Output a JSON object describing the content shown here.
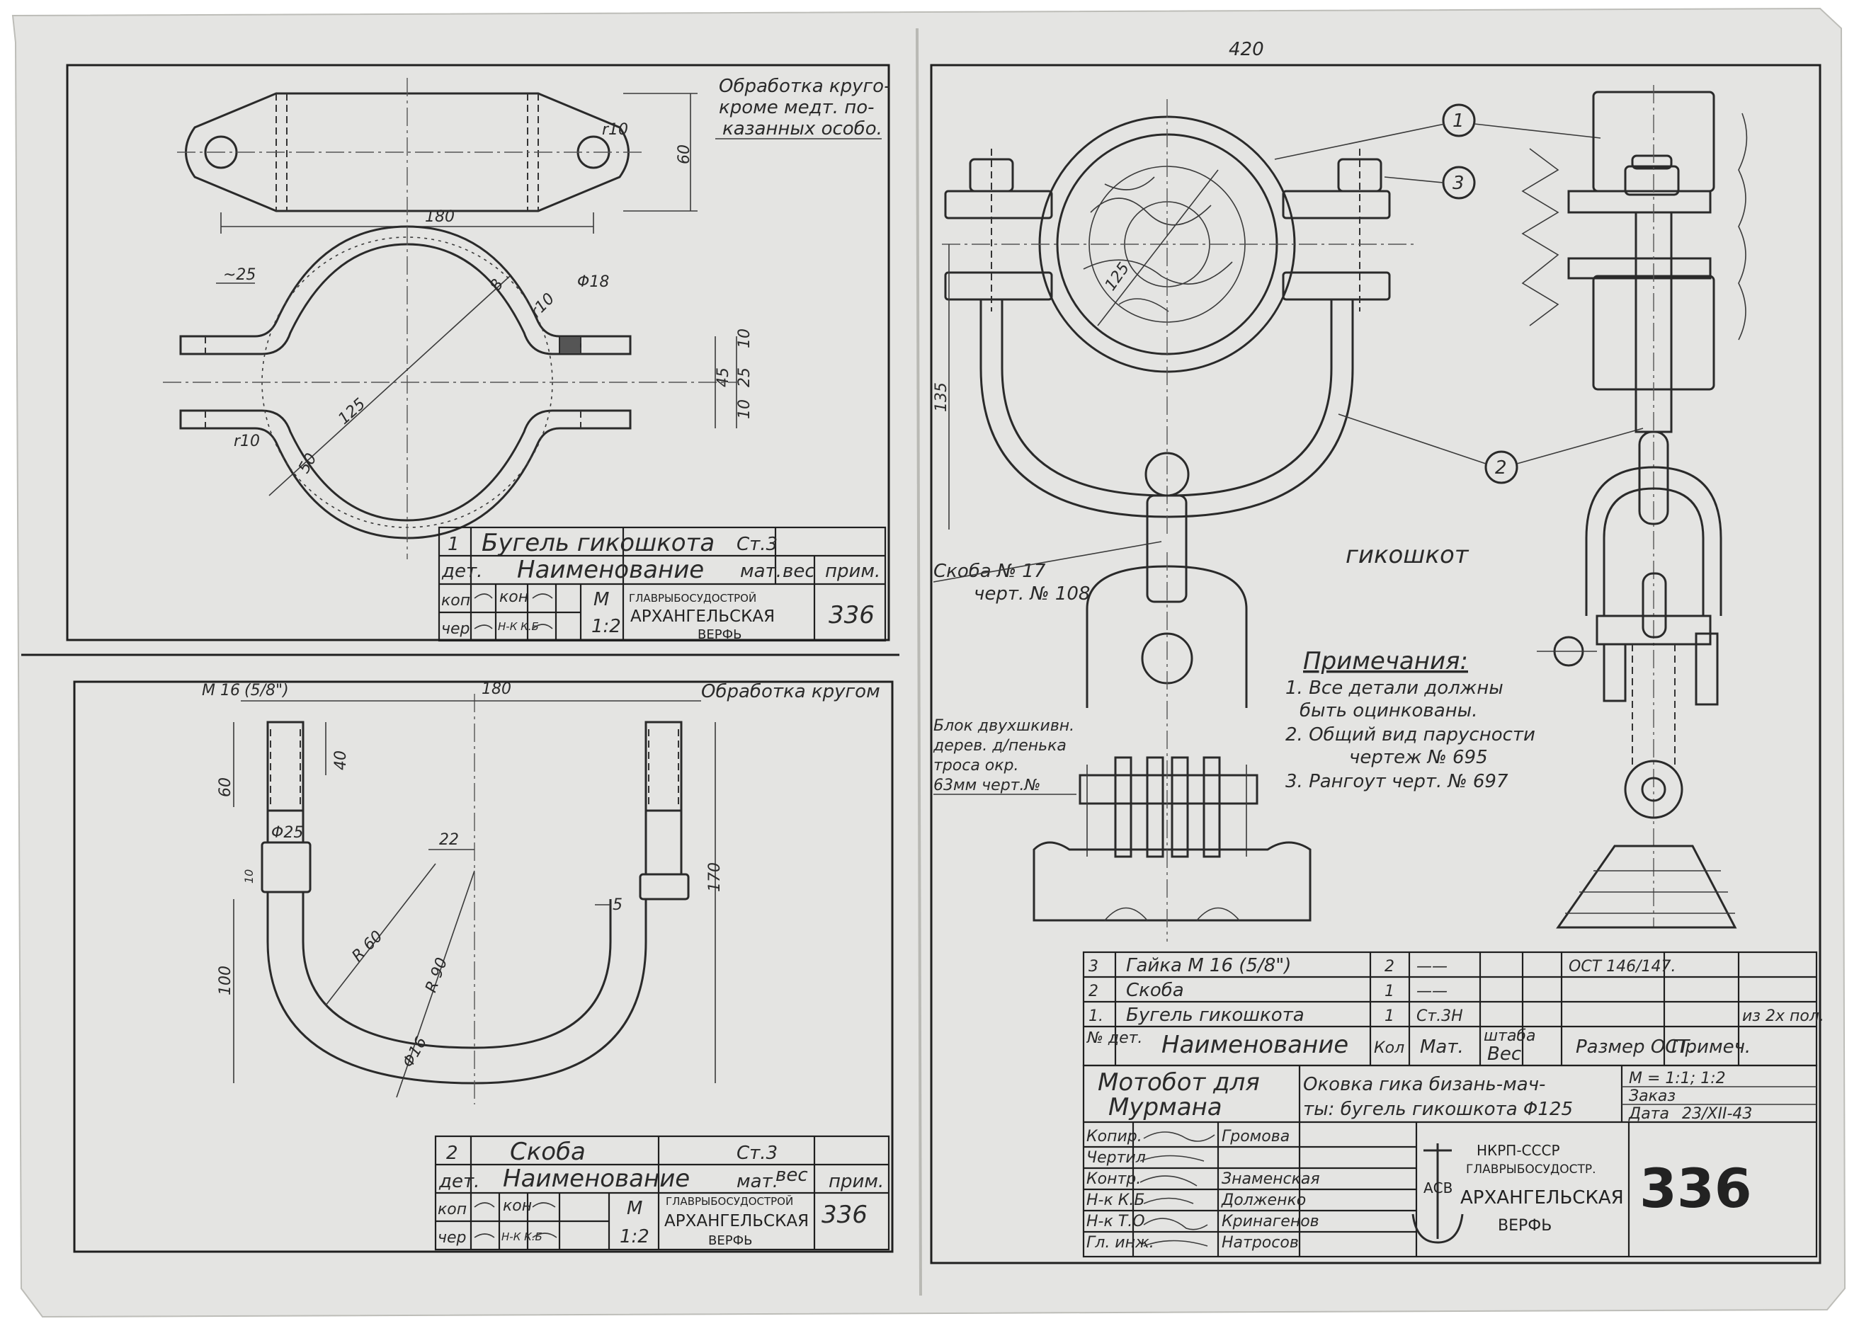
{
  "sheet": {
    "paper_color": "#e4e4e2",
    "ink_color": "#2a2a2a",
    "corner_pencil_note": "420"
  },
  "panel_clamp": {
    "note": [
      "Обработка круго-",
      "кроме медт. по-",
      "казанных особо."
    ],
    "dims": {
      "length": "180",
      "height": "60",
      "hole_r": "r10",
      "offset": "~25",
      "r10": "r10",
      "d18": "Φ18",
      "bend_r": "8",
      "dia": "125",
      "flange": "10",
      "gap": "25",
      "flange2": "10",
      "total": "45",
      "r10b": "r10",
      "r50": "50"
    },
    "title_block": {
      "num": "1",
      "name": "Бугель гикошкота",
      "mat": "Ст.3",
      "hdr_det": "дет.",
      "hdr_name": "Наименование",
      "hdr_mat": "мат.",
      "hdr_weight": "вес",
      "hdr_note": "прим.",
      "row_kop": "коп",
      "row_cher": "чер",
      "row_kon": "кон",
      "row_nk": "Н-К К.Б",
      "scale_m": "М",
      "scale": "1:2",
      "org": "ГЛАВРЫБОСУДОСТРОЙ",
      "yard": "АРХАНГЕЛЬСКАЯ",
      "yard2": "ВЕРФЬ",
      "sheet_no": "336"
    }
  },
  "panel_shackle": {
    "note": "Обработка кругом",
    "dims": {
      "thread": "М 16",
      "thread_in": "(5/8\")",
      "width": "180",
      "len60": "60",
      "len40": "40",
      "d25": "Φ25",
      "h10": "10",
      "off22": "22",
      "r60": "R 60",
      "r90": "R 90",
      "len100": "100",
      "len170": "170",
      "d16": "Φ16",
      "s5": "5"
    },
    "title_block": {
      "num": "2",
      "name": "Скоба",
      "mat": "Ст.3",
      "hdr_det": "дет.",
      "hdr_name": "Наименование",
      "hdr_mat": "мат.",
      "hdr_weight": "вес",
      "hdr_note": "прим.",
      "row_kop": "коп",
      "row_cher": "чер",
      "row_kon": "кон",
      "row_nk": "Н-К К.Б",
      "scale_m": "М",
      "scale": "1:2",
      "org": "ГЛАВРЫБОСУДОСТРОЙ",
      "yard": "АРХАНГЕЛЬСКАЯ",
      "yard2": "ВЕРФЬ",
      "sheet_no": "336"
    }
  },
  "assembly": {
    "callouts": [
      "1",
      "3",
      "2"
    ],
    "dim_125": "125",
    "dim_135": "135",
    "view_title": "гикошкот",
    "label_shackle": [
      "Скоба № 17",
      "черт. № 108"
    ],
    "label_block": [
      "Блок двухшкивн.",
      "дерев. д/пенька",
      "троса окр.",
      "63мм черт.№"
    ],
    "notes_title": "Примечания:",
    "notes": [
      "1. Все детали должны",
      "быть оцинкованы.",
      "2. Общий вид парусности",
      "чертеж № 695",
      "3. Рангоут черт. № 697"
    ],
    "parts": [
      {
        "no": "3",
        "name": "Гайка М 16 (5/8\")",
        "qty": "2",
        "mat": "——",
        "weight": "",
        "size": "ОСТ 146/147.",
        "note": ""
      },
      {
        "no": "2",
        "name": "Скоба",
        "qty": "1",
        "mat": "——",
        "weight": "",
        "size": "",
        "note": ""
      },
      {
        "no": "1.",
        "name": "Бугель гикошкота",
        "qty": "1",
        "mat": "Ст.3Н",
        "weight": "",
        "size": "",
        "note": "из 2х пол."
      }
    ],
    "parts_header": {
      "no": "№ дет.",
      "name": "Наименование",
      "qty": "Кол",
      "mat": "Мат.",
      "weight": "Вес",
      "weight_top": "штаба",
      "size": "Размер ОСТ.",
      "note": "Примеч."
    },
    "project": [
      "Мотобот для",
      "Мурмана"
    ],
    "drawing_title": [
      "Оковка гика бизань-мач-",
      "ты: бугель гикошкота Φ125"
    ],
    "scale": "М = 1:1; 1:2",
    "order": "Заказ",
    "date_label": "Дата",
    "date": "23/XII-43",
    "roles": [
      "Копир.",
      "Чертил",
      "Контр.",
      "Н-к К.Б",
      "Н-к Т.О",
      "Гл. инж."
    ],
    "names": [
      "Громова",
      "Знаменская",
      "Долженко",
      "Кринагенов",
      "Натросов"
    ],
    "stamp": {
      "ministry": "НКРП-СССР",
      "org": "ГЛАВРЫБОСУДОСТР.",
      "yard": "АРХАНГЕЛЬСКАЯ",
      "yard2": "ВЕРФЬ",
      "logo_letters": "АСВ"
    },
    "sheet_no": "336"
  }
}
